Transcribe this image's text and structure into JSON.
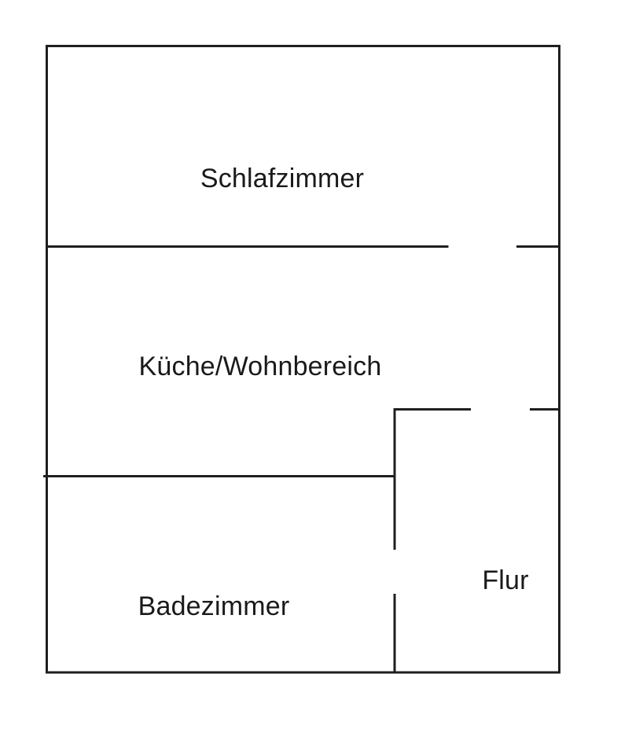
{
  "diagram": {
    "type": "floor-plan",
    "rooms": [
      {
        "label": "Schlafzimmer"
      },
      {
        "label": "Küche/Wohnbereich"
      },
      {
        "label": "Badezimmer"
      },
      {
        "label": "Flur"
      }
    ]
  },
  "colors": {
    "wall": "#1f1f1f",
    "background": "#ffffff",
    "text": "#1a1a1a"
  }
}
